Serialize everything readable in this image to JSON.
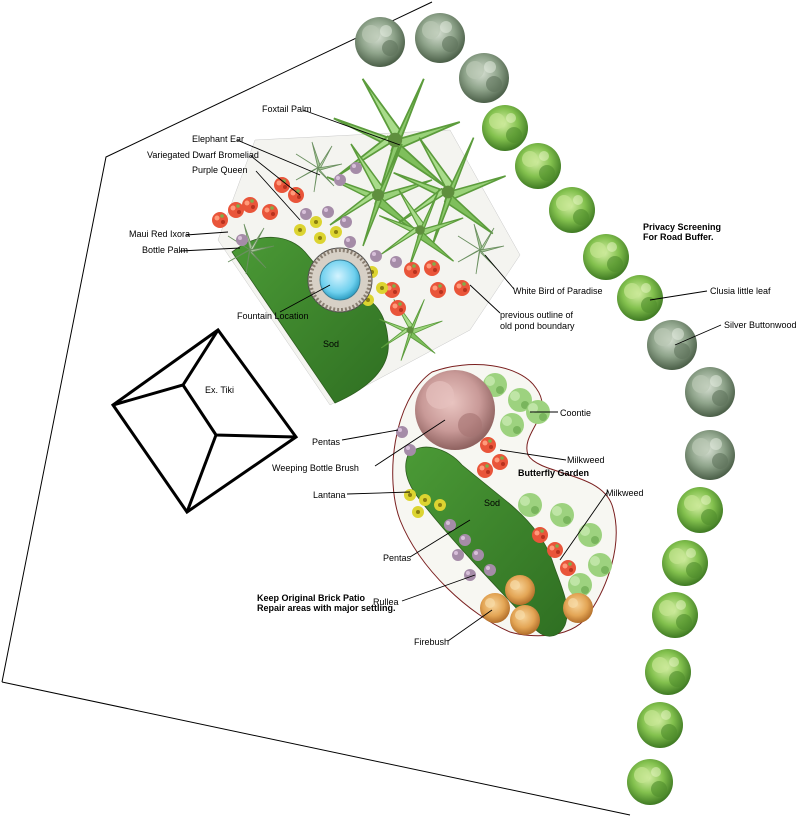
{
  "labels": {
    "foxtail_palm": "Foxtail Palm",
    "elephant_ear": "Elephant Ear",
    "variegated_dwarf_bromeliad": "Variegated Dwarf Bromeliad",
    "purple_queen": "Purple Queen",
    "maui_red_ixora": "Maui Red Ixora",
    "bottle_palm": "Bottle Palm",
    "fountain_location": "Fountain Location",
    "sod_top": "Sod",
    "white_bird_of_paradise": "White Bird of Paradise",
    "previous_outline_1": "previous outline of",
    "previous_outline_2": "old pond boundary",
    "privacy_1": "Privacy Screening",
    "privacy_2": "For Road Buffer.",
    "clusia": "Clusia little leaf",
    "silver_buttonwood": "Silver Buttonwood",
    "ex_tiki": "Ex. Tiki",
    "coontie": "Coontie",
    "pentas_top": "Pentas",
    "milkweed_1": "Milkweed",
    "weeping_bottle_brush": "Weeping Bottle Brush",
    "butterfly_garden": "Butterfly Garden",
    "lantana": "Lantana",
    "milkweed_2": "Milkweed",
    "sod_bottom": "Sod",
    "pentas_bottom": "Pentas",
    "patio_1": "Keep Original Brick Patio",
    "patio_2": "Repair areas with major settling.",
    "rullea": "Rullea",
    "firebush": "Firebush"
  },
  "colors": {
    "tree_dark": "#8a9e86",
    "tree_light": "#7fbf4d",
    "sod": "#3f8a2e",
    "water": "#6fd0ee",
    "palm": "#9ad27a",
    "red_flower": "#f05a3c",
    "yellow_flower": "#dcd431",
    "purple_flower": "#b58ab8",
    "brush": "#c99a98",
    "firebush": "#e3a555"
  }
}
